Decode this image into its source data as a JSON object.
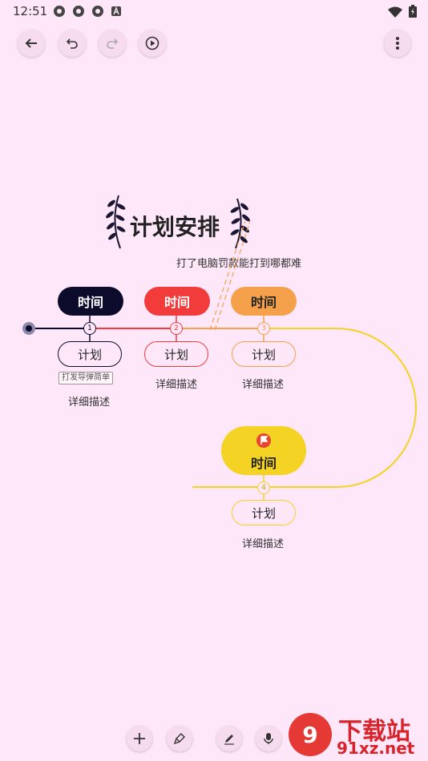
{
  "status": {
    "time": "12:51",
    "notification_icons": [
      "aperture-icon",
      "aperture-icon",
      "aperture-icon",
      "a-icon"
    ],
    "right_icons": [
      "wifi-icon",
      "battery-icon"
    ]
  },
  "toolbar": {
    "buttons": [
      "back-icon",
      "undo-icon",
      "redo-icon",
      "play-icon",
      "more-icon"
    ]
  },
  "timeline": {
    "title": "计划安排",
    "annotation": "打了电脑罚款能打到哪都难",
    "tag": "打发导弹简单",
    "colors": {
      "dark": "#0d0b2c",
      "red": "#f23c3c",
      "orange": "#f5a04a",
      "yellow": "#f4d325"
    },
    "nodes": [
      {
        "number": "1",
        "time_label": "时间",
        "plan_label": "计划",
        "description": "详细描述"
      },
      {
        "number": "2",
        "time_label": "时间",
        "plan_label": "计划",
        "description": "详细描述"
      },
      {
        "number": "3",
        "time_label": "时间",
        "plan_label": "计划",
        "description": "详细描述"
      },
      {
        "number": "4",
        "time_label": "时间",
        "plan_label": "计划",
        "description": "详细描述"
      }
    ]
  },
  "bottom_tools": [
    "add-icon",
    "brush-icon",
    "pen-icon",
    "mic-icon",
    "shape-icon"
  ],
  "watermark": {
    "logo": "9",
    "title": "下载站",
    "site": "91xz.net"
  }
}
